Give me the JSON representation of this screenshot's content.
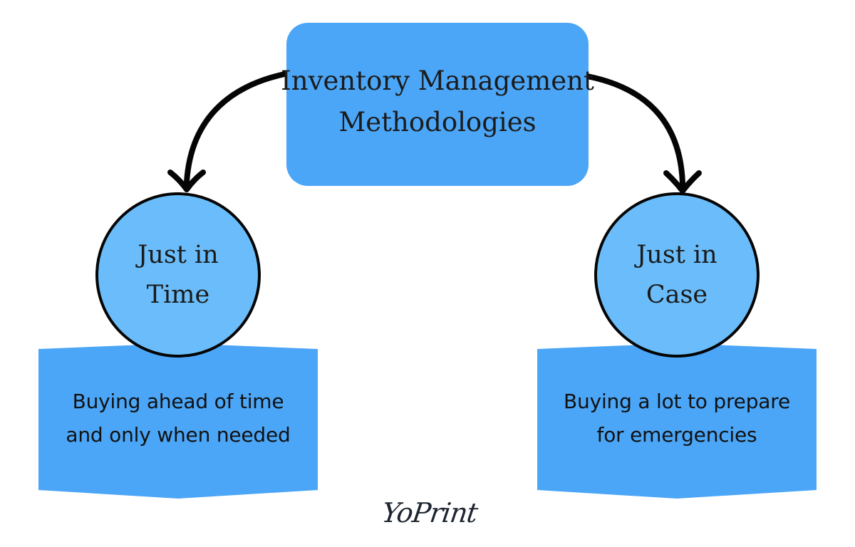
{
  "diagram": {
    "root": {
      "lines": [
        "Inventory Management",
        "Methodologies"
      ]
    },
    "branches": [
      {
        "title_lines": [
          "Just in",
          "Time"
        ],
        "description_lines": [
          "Buying ahead of time",
          "and only when needed"
        ]
      },
      {
        "title_lines": [
          "Just in",
          "Case"
        ],
        "description_lines": [
          "Buying a lot to prepare",
          "for emergencies"
        ]
      }
    ],
    "logo": "YoPrint"
  },
  "colors": {
    "root_box": "#4ba6f7",
    "circle": "#6abdfa",
    "banner": "#4ba6f7",
    "arrow": "#050505"
  }
}
